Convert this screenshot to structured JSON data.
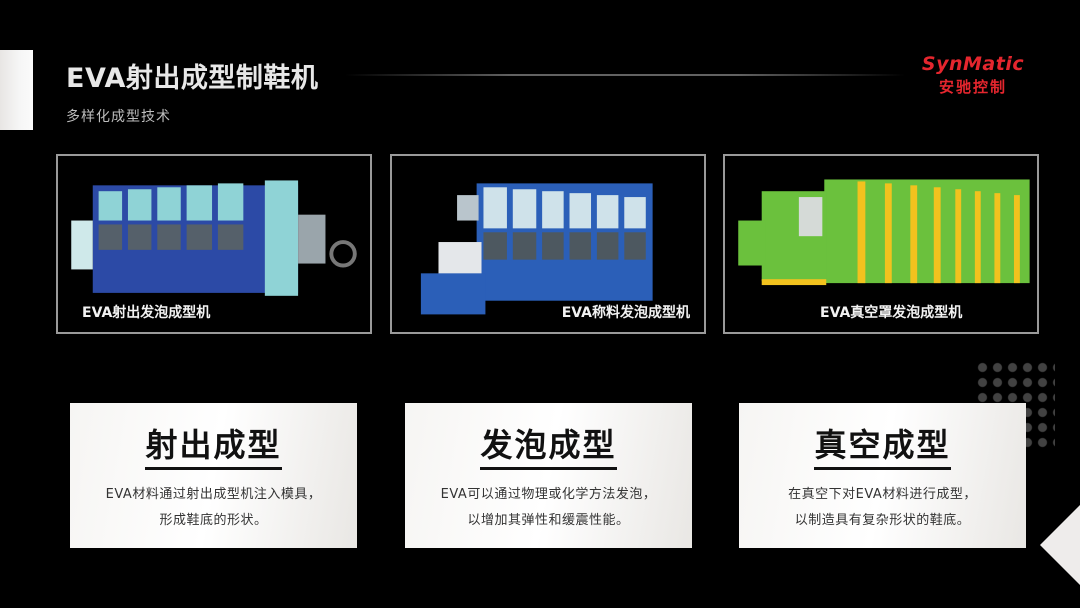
{
  "header": {
    "title": "EVA射出成型制鞋机",
    "subtitle": "多样化成型技术"
  },
  "logo": {
    "name_en": "SynMatic",
    "name_cn": "安驰控制",
    "color": "#e5262e"
  },
  "machines": [
    {
      "caption": "EVA射出发泡成型机",
      "body_color": "#2c4aa6",
      "panel_color": "#8fd3d6"
    },
    {
      "caption": "EVA称料发泡成型机",
      "body_color": "#2b5fb8",
      "panel_color": "#cfe2ea"
    },
    {
      "caption": "EVA真空罩发泡成型机",
      "body_color": "#6bc13d",
      "panel_color": "#f2c21e"
    }
  ],
  "methods": [
    {
      "heading": "射出成型",
      "line1": "EVA材料通过射出成型机注入模具，",
      "line2": "形成鞋底的形状。"
    },
    {
      "heading": "发泡成型",
      "line1": "EVA可以通过物理或化学方法发泡，",
      "line2": "以增加其弹性和缓震性能。"
    },
    {
      "heading": "真空成型",
      "line1": "在真空下对EVA材料进行成型，",
      "line2": "以制造具有复杂形状的鞋底。"
    }
  ]
}
